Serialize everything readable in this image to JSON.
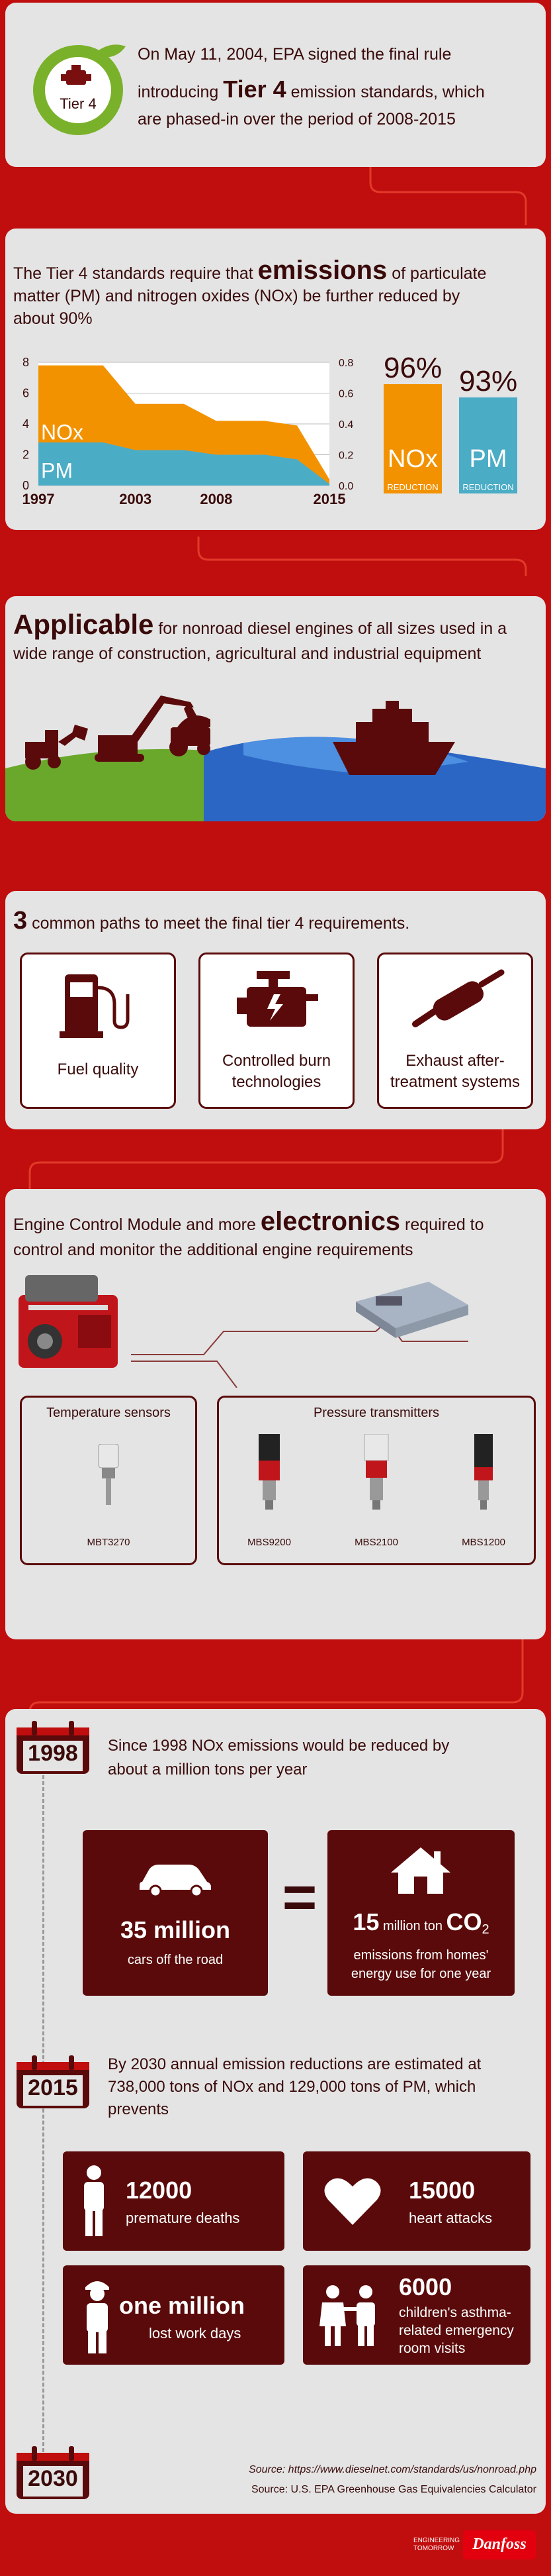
{
  "intro": {
    "badge": "Tier 4",
    "line1": "On May 11, 2004, EPA signed the final rule",
    "line2a": "introducing",
    "line2b": "Tier 4",
    "line2c": "emission standards, which",
    "line3": "are phased-in over the period of 2008-2015"
  },
  "emissions": {
    "heading_a": "The Tier 4 standards require that",
    "heading_b": "emissions",
    "heading_c": "of particulate",
    "heading_d": "matter (PM) and nitrogen oxides (NOx) be further reduced by",
    "heading_e": "about 90%",
    "nox_pct": "96%",
    "pm_pct": "93%",
    "nox_label": "NOx",
    "pm_label": "PM",
    "reduction": "REDUCTION"
  },
  "chart_data": {
    "type": "area",
    "x": [
      1997,
      2003,
      2008,
      2015
    ],
    "xticks": [
      "1997",
      "2003",
      "2008",
      "2015"
    ],
    "left_ticks": [
      "8",
      "6",
      "4",
      "2",
      "0"
    ],
    "right_ticks": [
      "0.8",
      "0.6",
      "0.4",
      "0.2",
      "0.0"
    ],
    "ylim_left": [
      0,
      8
    ],
    "ylim_right": [
      0,
      0.8
    ],
    "series": [
      {
        "name": "NOx",
        "color": "#f39200",
        "points": [
          [
            1997,
            7.8
          ],
          [
            2001,
            7.8
          ],
          [
            2003,
            5.3
          ],
          [
            2006,
            5.3
          ],
          [
            2008,
            4.2
          ],
          [
            2011,
            4.2
          ],
          [
            2013,
            3.9
          ],
          [
            2015,
            0.4
          ]
        ]
      },
      {
        "name": "PM",
        "color": "#4bacc6",
        "points": [
          [
            1997,
            2.8
          ],
          [
            2001,
            2.8
          ],
          [
            2003,
            2.3
          ],
          [
            2006,
            2.3
          ],
          [
            2008,
            2.0
          ],
          [
            2011,
            2.0
          ],
          [
            2013,
            1.7
          ],
          [
            2015,
            0.1
          ]
        ]
      }
    ],
    "grid": true
  },
  "applicable": {
    "heading_a": "Applicable",
    "heading_b": "for nonroad diesel engines of all sizes used in a",
    "heading_c": "wide range of construction, agricultural and industrial equipment"
  },
  "paths": {
    "heading_a": "3",
    "heading_b": "common paths to meet the final tier 4 requirements.",
    "items": [
      {
        "label": "Fuel quality",
        "icon": "fuel-pump-icon"
      },
      {
        "label": "Controlled burn technologies",
        "icon": "engine-icon"
      },
      {
        "label": "Exhaust after-treatment systems",
        "icon": "muffler-icon"
      }
    ],
    "item2_l1": "Controlled burn",
    "item2_l2": "technologies",
    "item3_l1": "Exhaust after-",
    "item3_l2": "treatment systems"
  },
  "electronics": {
    "heading_a": "Engine Control Module and more",
    "heading_b": "electronics",
    "heading_c": "required to",
    "heading_d": "control and monitor the additional engine requirements",
    "temp_title": "Temperature sensors",
    "press_title": "Pressure transmitters",
    "sensors": [
      "MBT3270",
      "MBS9200",
      "MBS2100",
      "MBS1200"
    ]
  },
  "timeline": {
    "y1998": "1998",
    "y2015": "2015",
    "y2030": "2030",
    "t1998_a": "Since 1998 NOx emissions would be reduced by",
    "t1998_b": "about a million tons per year",
    "cars_num": "35 million",
    "cars_label": "cars off the road",
    "equals": "=",
    "co2_num": "15",
    "co2_mid": "million ton",
    "co2_co": "CO",
    "co2_sub": "2",
    "co2_l1": "emissions from homes'",
    "co2_l2": "energy use for one year",
    "t2015_a": "By 2030 annual emission reductions are estimated at",
    "t2015_b": "738,000 tons of NOx and 129,000 tons of PM, which",
    "t2015_c": "prevents",
    "deaths_num": "12000",
    "deaths_label": "premature deaths",
    "heart_num": "15000",
    "heart_label": "heart attacks",
    "work_num": "one million",
    "work_label": "lost work days",
    "asthma_num": "6000",
    "asthma_l1": "children's asthma-",
    "asthma_l2": "related emergency",
    "asthma_l3": "room visits"
  },
  "footer": {
    "source1": "Source: https://www.dieselnet.com/standards/us/nonroad.php",
    "source2": "Source: U.S. EPA Greenhouse Gas Equivalencies Calculator",
    "tag1": "ENGINEERING",
    "tag2": "TOMORROW",
    "brand": "Danfoss"
  }
}
